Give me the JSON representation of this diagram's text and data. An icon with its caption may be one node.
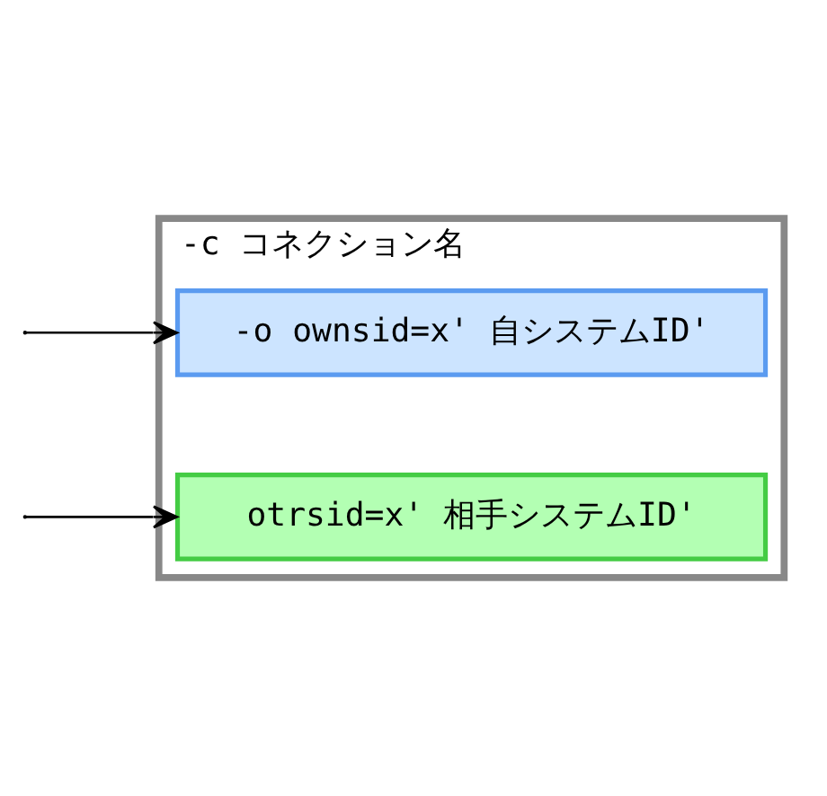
{
  "diagram": {
    "nodes": [
      {
        "text": [
          "-c コネクション名"
        ]
      },
      {
        "text": [
          "-o ownsid=x' 自システムID'"
        ],
        "in": 0
      },
      {
        "text": [
          "otrsid=x' 相手システムID'"
        ],
        "in": 0
      }
    ],
    "edges": [
      {
        "from": null,
        "to": 1,
        "arrow": "to"
      },
      {
        "from": null,
        "to": 2,
        "arrow": "to"
      }
    ]
  }
}
